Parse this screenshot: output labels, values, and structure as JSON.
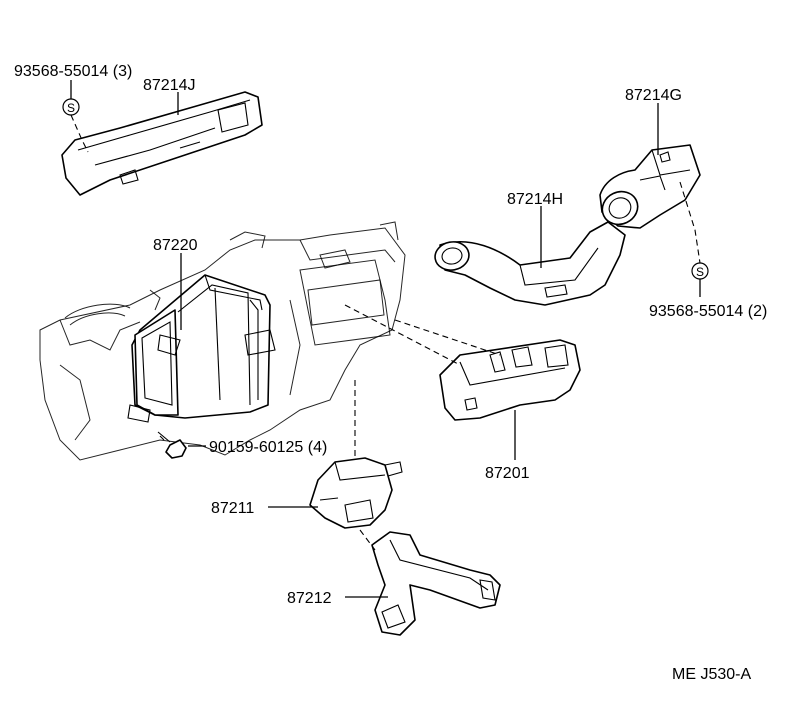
{
  "labels": {
    "screw_clip_top": "93568-55014 (3)",
    "duct_87214J": "87214J",
    "duct_87214G": "87214G",
    "duct_87214H": "87214H",
    "screw_clip_right": "93568-55014 (2)",
    "housing_87220": "87220",
    "screw_90159": "90159-60125 (4)",
    "duct_87201": "87201",
    "duct_87211": "87211",
    "duct_87212": "87212",
    "diagram_code": "ME J530-A"
  },
  "symbols": {
    "clip_symbol": "S"
  }
}
